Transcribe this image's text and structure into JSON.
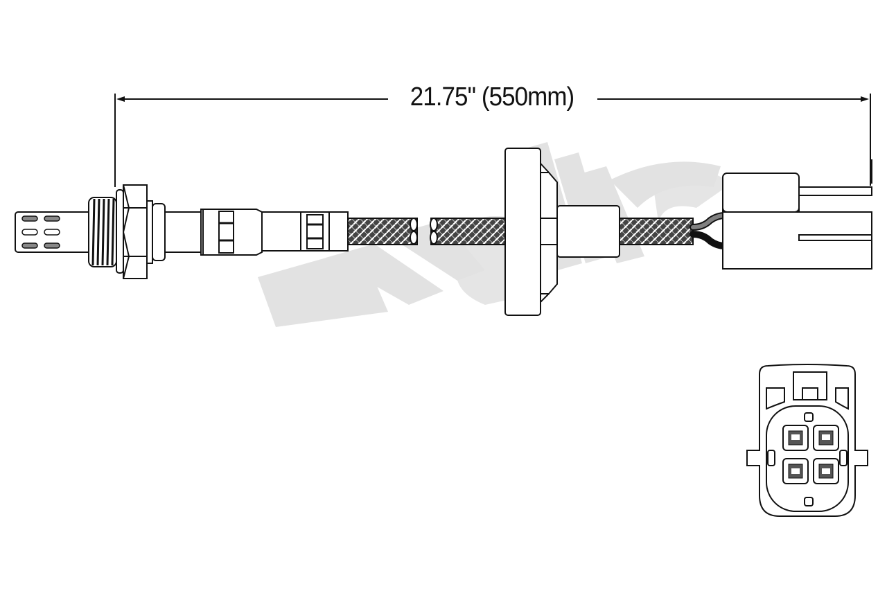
{
  "diagram": {
    "type": "product-technical-drawing",
    "subject": "oxygen-sensor",
    "dimension": {
      "label": "21.75\" (550mm)",
      "inches": 21.75,
      "millimeters": 550
    },
    "watermark": {
      "text": "Walker",
      "color": "#e0e0e0"
    },
    "components": [
      {
        "id": "sensor-tip",
        "label": "Sensor tip (slotted shield)"
      },
      {
        "id": "threaded-body",
        "label": "Threaded body"
      },
      {
        "id": "hex-nut",
        "label": "Hex nut"
      },
      {
        "id": "sensor-shell",
        "label": "Sensor shell / crimp sleeves"
      },
      {
        "id": "braided-cable",
        "label": "Braided harness"
      },
      {
        "id": "grommet",
        "label": "Mounting grommet"
      },
      {
        "id": "connector-side",
        "label": "Connector (side view)"
      },
      {
        "id": "connector-face",
        "label": "Connector face (4-pin)"
      }
    ],
    "connector_pins": 4,
    "colors": {
      "line": "#111111",
      "wire_gray": "#808080",
      "wire_black": "#111111",
      "background": "#ffffff"
    }
  }
}
